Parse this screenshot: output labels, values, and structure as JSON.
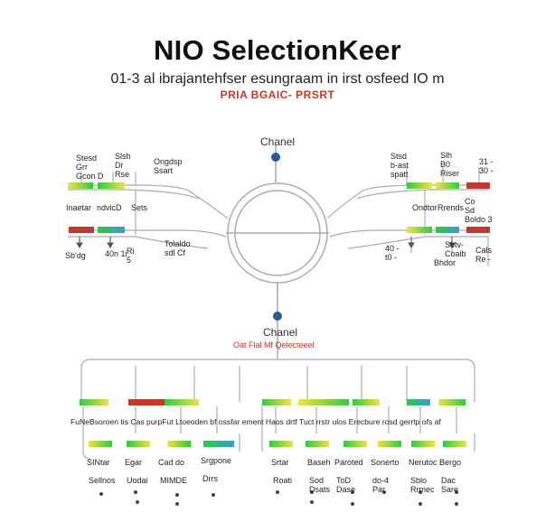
{
  "header": {
    "title": "NIO SelectionKeer",
    "subtitle": "01-3 al ibrajantehfser esungraam in irst osfeed IO m",
    "tag": "PRIA BGAIC- PRSRT"
  },
  "top_channel": {
    "label": "Chanel"
  },
  "mid_channel": {
    "label": "Chanel",
    "section": "Oat Flal Mf Qelecteeel"
  },
  "left_labels": {
    "a": "Stesd\nGrr\nGcon D",
    "b": "Slsh\nDr\nRse",
    "c": "Ongdsp\nSsart",
    "d": "Inaetar",
    "e": "ndvicD",
    "f": "Sets",
    "g": "Sb'dg",
    "h": "40n 1i",
    "i": "Ri\n5",
    "j": "Tolaldo\nsdl Cf"
  },
  "right_labels": {
    "a": "Stsd\nb-ast\nspatt",
    "b": "Slh\nB0\nRiser",
    "c": "31 -\n30 -",
    "d": "Ondtor",
    "e": "Rrends",
    "f": "Co\nSd\nBoldo 3",
    "g": "40 -\nt0 -",
    "h": "Bhdor",
    "i": "Sbtv-\nCoaib",
    "j": "Cals\nRe -"
  },
  "bottom": {
    "row_label": "FuNeBsoroen tis Cas purpFut Ltoeoden bf ossfar ement Haos drtf Tuct rrstr ulos Erecbure rosd gerrtp ofs af",
    "groups": [
      {
        "name": "SINtar",
        "sub": "Sellnos"
      },
      {
        "name": "Egar",
        "sub": "Uodai"
      },
      {
        "name": "Cad do",
        "sub": "MIMDE"
      },
      {
        "name": "Srgpone",
        "sub": "Drrs"
      },
      {
        "name": "Srtar",
        "sub": "Roati"
      },
      {
        "name": "Baseh",
        "sub": "Sod\nDsats"
      },
      {
        "name": "Paroted",
        "sub": "ToD\nDase"
      },
      {
        "name": "Sonerto",
        "sub": "do-4\nPar"
      },
      {
        "name": "Nerutoc",
        "sub": "Sblo\nRrmec"
      },
      {
        "name": "Bergo",
        "sub": "Dac\nSare"
      }
    ]
  },
  "colors": {
    "green": "#2ecc40",
    "yellow": "#f1e04a",
    "red": "#c0392b",
    "blue": "#2a6aa8",
    "line": "#9aa0a6"
  }
}
